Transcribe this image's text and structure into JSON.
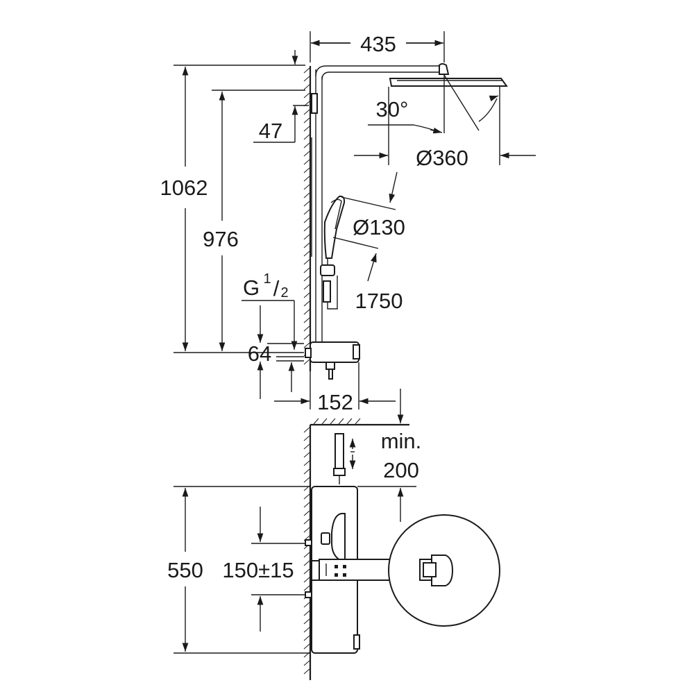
{
  "dimensions": {
    "width_top": "435",
    "angle": "30°",
    "head_diameter": "Ø360",
    "hand_diameter": "Ø130",
    "hose_length": "1750",
    "total_height": "1062",
    "outlet_height": "976",
    "arm_offset": "47",
    "thread_main": "G",
    "thread_num": "1",
    "thread_den": "2",
    "inlet_spacing": "64",
    "depth": "152",
    "min_label_1": "min.",
    "min_label_2": "200",
    "body_height": "550",
    "inlet_centers": "150±15"
  },
  "colors": {
    "line": "#1a1a1a",
    "background": "#ffffff"
  }
}
